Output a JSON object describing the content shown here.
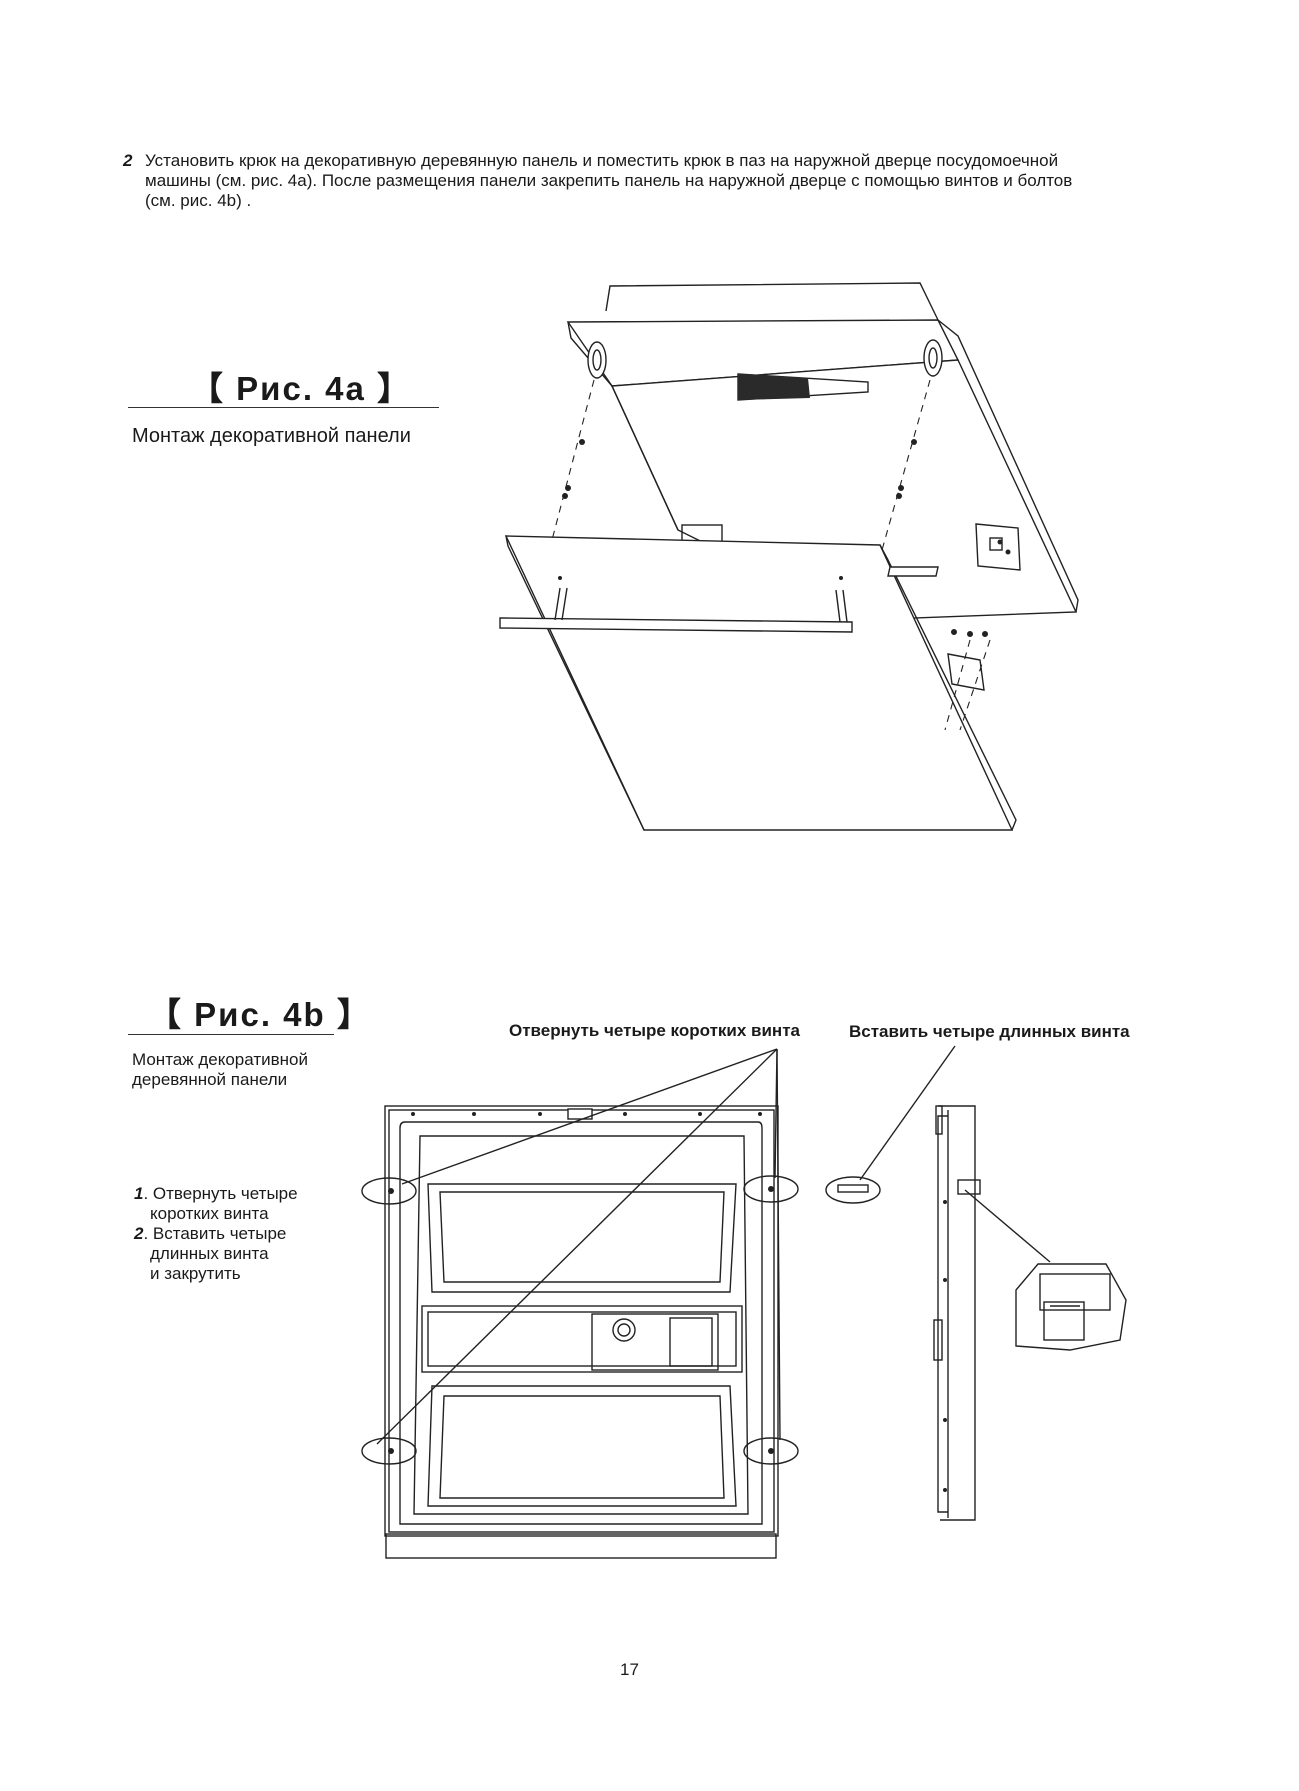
{
  "instruction": {
    "number": "2",
    "line1": "Установить крюк на декоративную деревянную панель и поместить крюк в паз на наружной дверце посудомоечной",
    "line2": "машины (см. рис. 4a). После размещения панели закрепить панель на наружной дверце с помощью винтов и болтов",
    "line3": "(см. рис. 4b) ."
  },
  "figure_4a": {
    "title": "【 Рис. 4a 】",
    "caption": "Монтаж декоративной панели"
  },
  "figure_4b": {
    "title": "【 Рис. 4b 】",
    "caption_line1": "Монтаж декоративной",
    "caption_line2": "деревянной панели",
    "label_unscrew": "Отвернуть четыре коротких винта",
    "label_insert": "Вставить четыре длинных винта",
    "steps": [
      {
        "num": "1",
        "line1": ". Отвернуть четыре",
        "line2": "коротких винта"
      },
      {
        "num": "2",
        "line1": ". Вставить четыре",
        "line2": "длинных винта",
        "line3": "и закрутить"
      }
    ]
  },
  "page_number": "17"
}
